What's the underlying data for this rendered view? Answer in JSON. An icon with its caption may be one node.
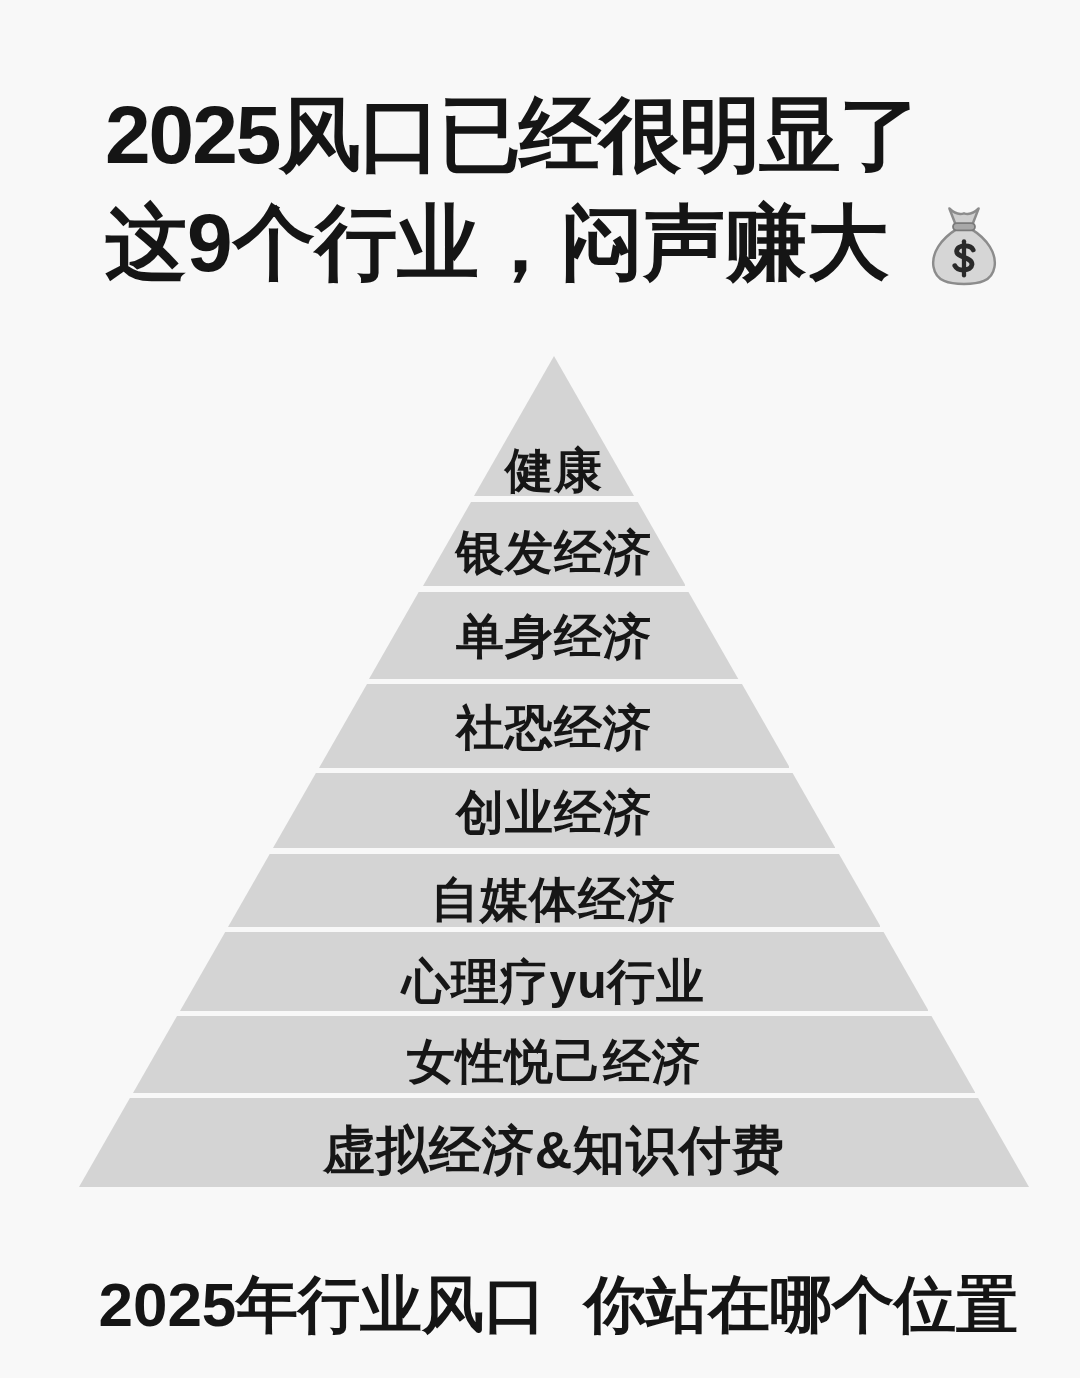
{
  "diagram": {
    "title": "2025风口已经很明显了这9个行业，闷声赚大",
    "nodes": [
      {
        "text": [
          "健康"
        ]
      },
      {
        "text": [
          "银发经济"
        ]
      },
      {
        "text": [
          "单身经济"
        ]
      },
      {
        "text": [
          "社恐经济"
        ]
      },
      {
        "text": [
          "创业经济"
        ]
      },
      {
        "text": [
          "自媒体经济"
        ]
      },
      {
        "text": [
          "心理疗yu行业"
        ]
      },
      {
        "text": [
          "女性悦己经济"
        ]
      },
      {
        "text": [
          "虚拟经济&知识付费"
        ]
      }
    ],
    "caption": "2025年行业风口 你站在哪个位置"
  }
}
